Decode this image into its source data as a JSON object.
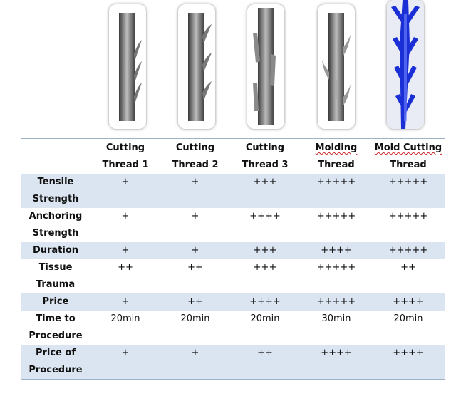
{
  "columns": [
    {
      "line1": "Cutting",
      "line2": "Thread 1"
    },
    {
      "line1": "Cutting",
      "line2": "Thread 2"
    },
    {
      "line1": "Cutting",
      "line2": "Thread 3"
    },
    {
      "line1": "Molding",
      "line2": "Thread"
    },
    {
      "line1": "Mold Cutting",
      "line2": "Thread"
    }
  ],
  "rows": [
    {
      "label1": "Tensile",
      "label2": "Strength",
      "values": [
        "+",
        "+",
        "+++",
        "+++++",
        "+++++"
      ]
    },
    {
      "label1": "Anchoring",
      "label2": "Strength",
      "values": [
        "+",
        "+",
        "++++",
        "+++++",
        "+++++"
      ]
    },
    {
      "label1": "Duration",
      "label2": "",
      "values": [
        "+",
        "+",
        "+++",
        "++++",
        "+++++"
      ]
    },
    {
      "label1": "Tissue",
      "label2": "Trauma",
      "values": [
        "++",
        "++",
        "+++",
        "+++++",
        "++"
      ]
    },
    {
      "label1": "Price",
      "label2": "",
      "values": [
        "+",
        "++",
        "++++",
        "+++++",
        "++++"
      ]
    },
    {
      "label1": "Time to",
      "label2": "Procedure",
      "values": [
        "20min",
        "20min",
        "20min",
        "30min",
        "20min"
      ]
    },
    {
      "label1": "Price of",
      "label2": "Procedure",
      "values": [
        "+",
        "+",
        "++",
        "++++",
        "++++"
      ]
    }
  ],
  "images": [
    {
      "icon": "cutting-thread-1-icon"
    },
    {
      "icon": "cutting-thread-2-icon"
    },
    {
      "icon": "cutting-thread-3-icon"
    },
    {
      "icon": "molding-thread-icon"
    },
    {
      "icon": "mold-cutting-thread-icon",
      "color": "#1a2fd6"
    }
  ]
}
